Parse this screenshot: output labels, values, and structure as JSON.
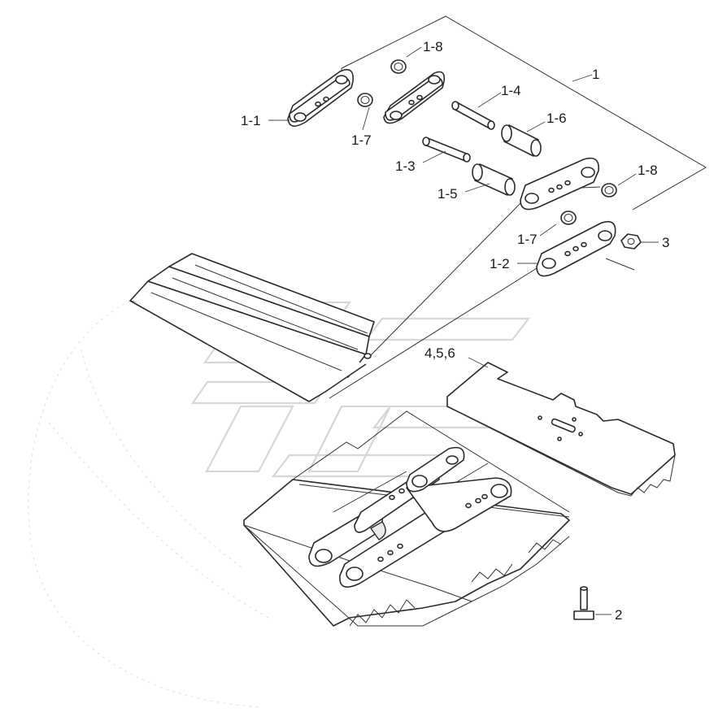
{
  "diagram": {
    "labels": {
      "l1": "1",
      "l1_1": "1-1",
      "l1_2": "1-2",
      "l1_3": "1-3",
      "l1_4": "1-4",
      "l1_5": "1-5",
      "l1_6": "1-6",
      "l1_7a": "1-7",
      "l1_7b": "1-7",
      "l1_8a": "1-8",
      "l1_8b": "1-8",
      "l2": "2",
      "l3": "3",
      "l456": "4,5,6"
    }
  }
}
